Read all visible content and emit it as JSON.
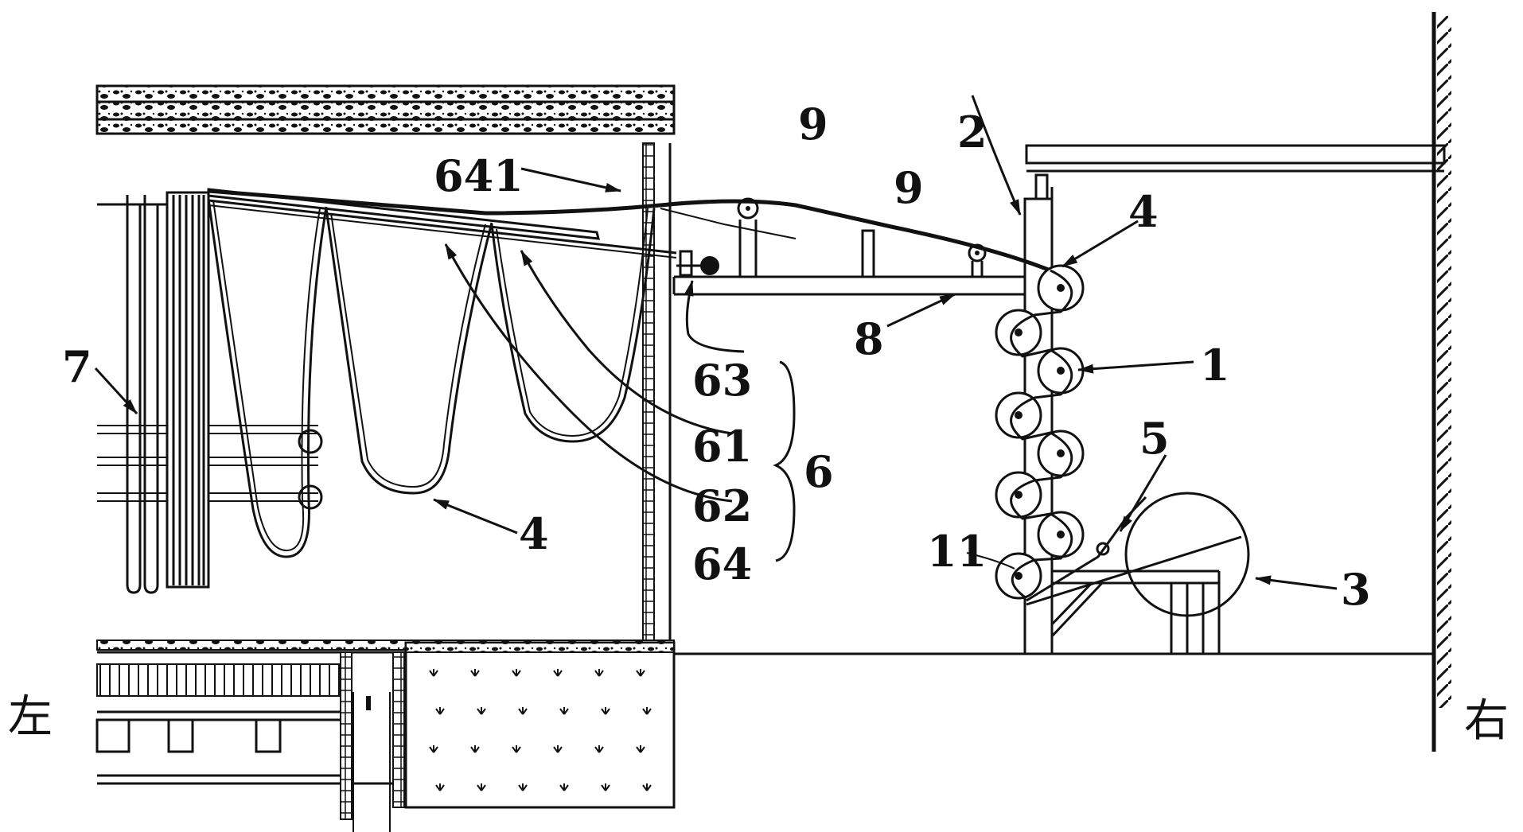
{
  "labels": {
    "l_641": "641",
    "l_9a": "9",
    "l_9b": "9",
    "l_2": "2",
    "l_4_top": "4",
    "l_8": "8",
    "l_7": "7",
    "l_63": "63",
    "l_1": "1",
    "l_61": "61",
    "l_6": "6",
    "l_62": "62",
    "l_5": "5",
    "l_4_bottom": "4",
    "l_11": "11",
    "l_64": "64",
    "l_3": "3"
  },
  "directions": {
    "left": "左",
    "right": "右"
  }
}
